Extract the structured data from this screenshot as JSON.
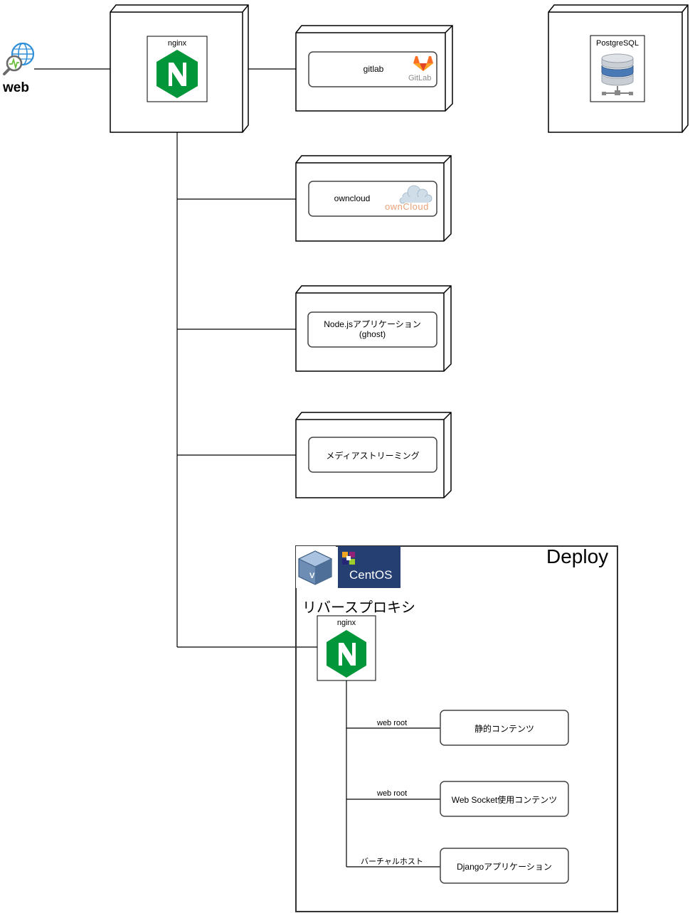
{
  "web": {
    "label": "web"
  },
  "proxy_node": {
    "title": "nginx"
  },
  "services": [
    {
      "label": "gitlab",
      "logo": "GitLab"
    },
    {
      "label": "owncloud",
      "logo": "ownCloud"
    },
    {
      "label": "Node.jsアプリケーション",
      "label2": "(ghost)"
    },
    {
      "label": "メディアストリーミング"
    }
  ],
  "db": {
    "label": "PostgreSQL"
  },
  "deploy": {
    "title": "Deploy",
    "centos_logo": "CentOS",
    "subtitle": "リバースプロキシ",
    "nginx": "nginx",
    "edges": [
      "web root",
      "web root",
      "バーチャルホスト"
    ],
    "targets": [
      "静的コンテンツ",
      "Web Socket使用コンテンツ",
      "Djangoアプリケーション"
    ]
  },
  "colors": {
    "nginx_green": "#009639",
    "gitlab_orange": "#e24329",
    "owncloud_blue": "#1d2d44",
    "centos_bg": "#263f73",
    "db_blue": "#4a7ab5",
    "line": "#000000"
  }
}
